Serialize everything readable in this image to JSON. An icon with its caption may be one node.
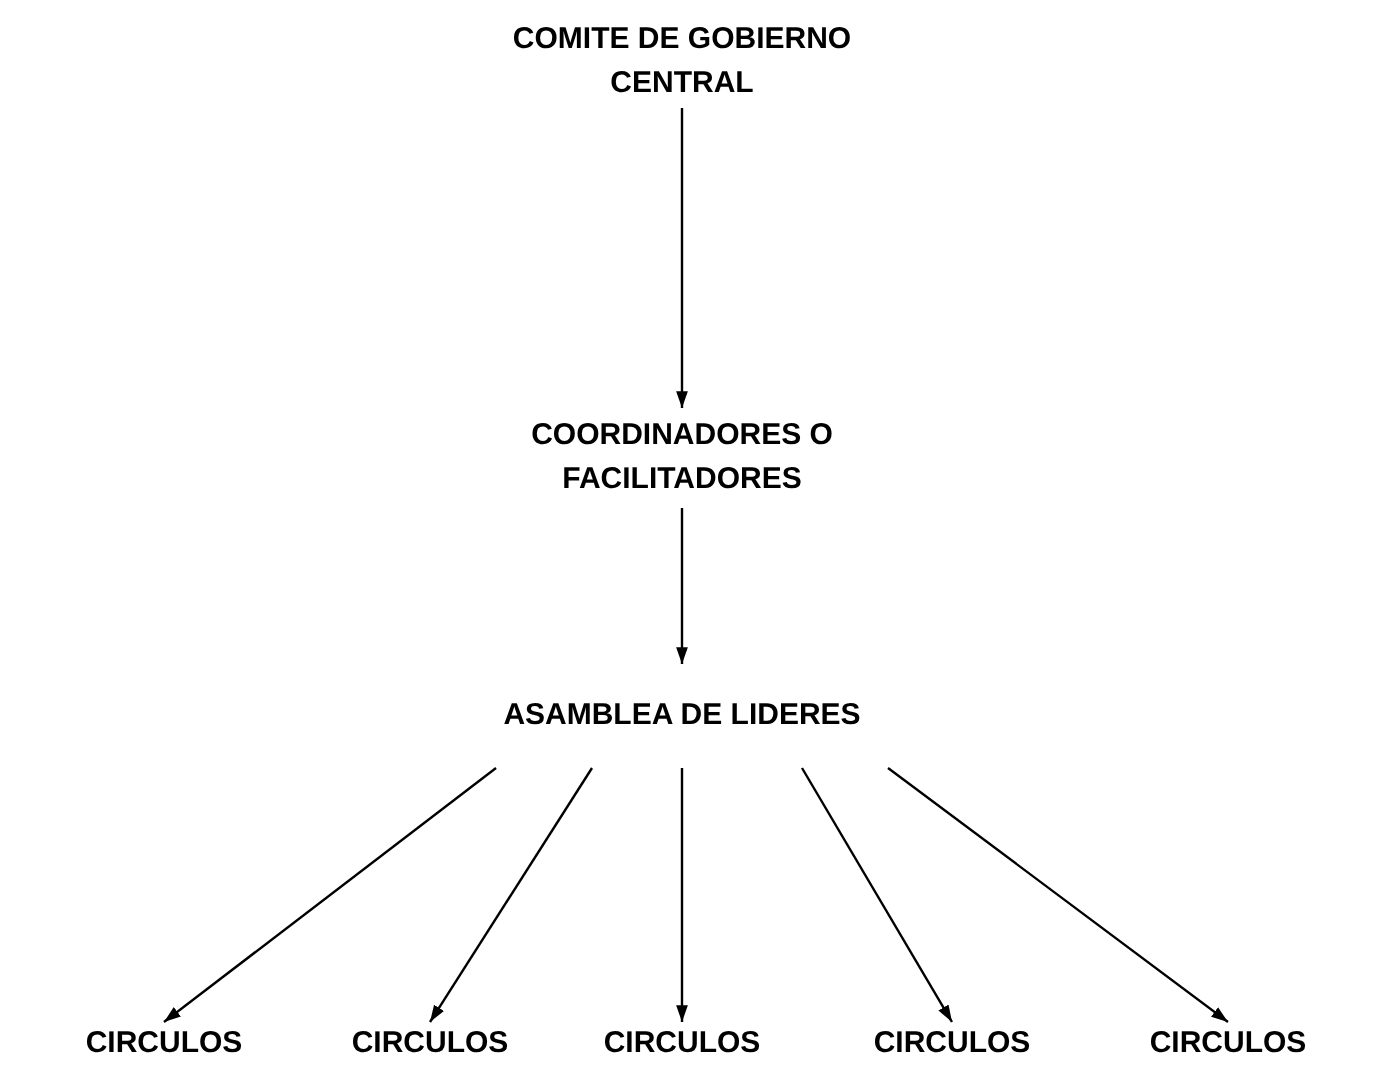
{
  "diagram": {
    "nodes": [
      {
        "text": [
          "COMITE DE GOBIERNO CENTRAL"
        ]
      },
      {
        "text": [
          "COORDINADORES O FACILITADORES"
        ]
      },
      {
        "text": [
          "ASAMBLEA DE LIDERES"
        ]
      },
      {
        "text": [
          "CIRCULOS"
        ]
      },
      {
        "text": [
          "CIRCULOS"
        ]
      },
      {
        "text": [
          "CIRCULOS"
        ]
      },
      {
        "text": [
          "CIRCULOS"
        ]
      },
      {
        "text": [
          "CIRCULOS"
        ]
      }
    ],
    "edges": [
      {
        "from": 0,
        "to": 1,
        "arrow": "to"
      },
      {
        "from": 1,
        "to": 2,
        "arrow": "to"
      },
      {
        "from": 2,
        "to": 3,
        "arrow": "to"
      },
      {
        "from": 2,
        "to": 4,
        "arrow": "to"
      },
      {
        "from": 2,
        "to": 5,
        "arrow": "to"
      },
      {
        "from": 2,
        "to": 6,
        "arrow": "to"
      },
      {
        "from": 2,
        "to": 7,
        "arrow": "to"
      }
    ]
  }
}
